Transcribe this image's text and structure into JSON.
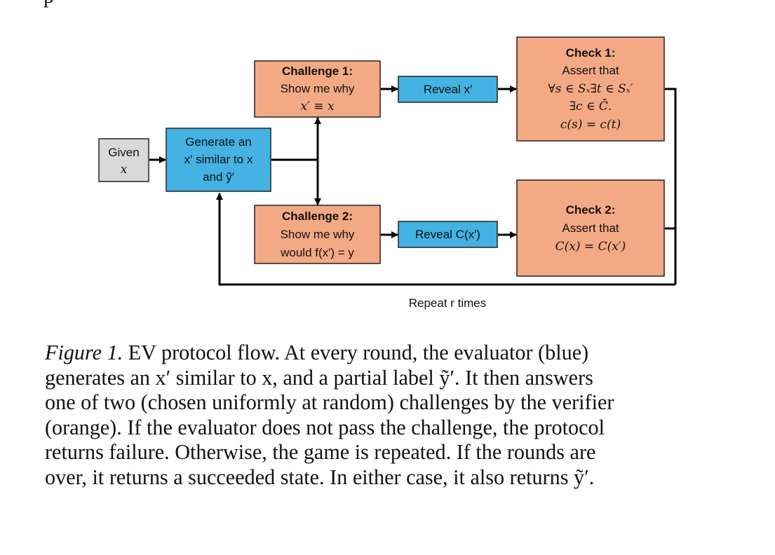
{
  "colors": {
    "orange": "#f4a985",
    "blue": "#44b2e3",
    "gray": "#d9d9d9",
    "stroke": "#222222",
    "arrow": "#000000"
  },
  "top_fragment": "p",
  "nodes": {
    "given": {
      "lines": [
        "Given",
        "x"
      ]
    },
    "generate": {
      "lines": [
        "Generate an",
        "x′ similar to x",
        "and ỹ′"
      ]
    },
    "challenge1": {
      "title": "Challenge 1:",
      "lines": [
        "Show me why",
        "x′ ≡ x"
      ]
    },
    "challenge2": {
      "title": "Challenge 2:",
      "lines": [
        "Show me why",
        "would f(x′) = y"
      ]
    },
    "reveal1": {
      "label": "Reveal x′"
    },
    "reveal2": {
      "label": "Reveal C(x′)"
    },
    "check1": {
      "title": "Check 1:",
      "lines": [
        "Assert that",
        "∀s ∈ Sₓ∃t ∈ Sₓ′",
        "∃c ∈ C̄.",
        "c(s) = c(t)"
      ]
    },
    "check2": {
      "title": "Check 2:",
      "lines": [
        "Assert  that",
        "C(x) = C(x′)"
      ]
    }
  },
  "loop_label": "Repeat r times",
  "caption": {
    "label": "Figure 1.",
    "lines": [
      " EV protocol flow. At every round, the evaluator (blue)",
      "generates an x′ similar to x, and a partial label ỹ′. It then answers",
      "one of two (chosen uniformly at random) challenges by the verifier",
      "(orange). If the evaluator does not pass the challenge, the protocol",
      "returns failure. Otherwise, the game is repeated. If the rounds are",
      "over, it returns a succeeded state. In either case, it also returns ỹ′."
    ]
  }
}
